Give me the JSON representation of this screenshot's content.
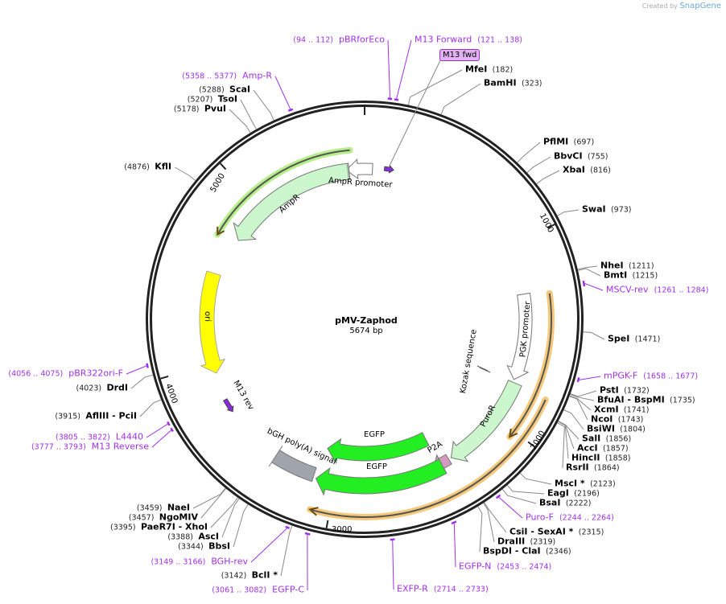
{
  "created_by": {
    "prefix": "Created by",
    "brand": "SnapGene"
  },
  "plasmid": {
    "name": "pMV-Zaphod",
    "length": "5674 bp",
    "total_bp": 5674
  },
  "colors": {
    "primer": "#a030e8",
    "ampr": "#ccf7cc",
    "ori": "#ffff00",
    "egfp": "#22ee22",
    "puror": "#ccf7cc",
    "p2a": "#d49ac0",
    "polyA": "#a0a4ab",
    "orf": "#f6c97a",
    "translation": "#b6ef8a"
  },
  "ticks": [
    "1000",
    "2000",
    "3000",
    "4000",
    "5000"
  ],
  "enzymes": [
    {
      "name": "MfeI",
      "pos": 182,
      "label": "(182)"
    },
    {
      "name": "BamHI",
      "pos": 323,
      "label": "(323)"
    },
    {
      "name": "PflMI",
      "pos": 697,
      "label": "(697)"
    },
    {
      "name": "BbvCI",
      "pos": 755,
      "label": "(755)"
    },
    {
      "name": "XbaI",
      "pos": 816,
      "label": "(816)"
    },
    {
      "name": "SwaI",
      "pos": 973,
      "label": "(973)"
    },
    {
      "name": "NheI",
      "pos": 1211,
      "label": "(1211)"
    },
    {
      "name": "BmtI",
      "pos": 1215,
      "label": "(1215)"
    },
    {
      "name": "SpeI",
      "pos": 1471,
      "label": "(1471)"
    },
    {
      "name": "PstI",
      "pos": 1732,
      "label": "(1732)"
    },
    {
      "name": "BfuAI  - BspMI",
      "pos": 1735,
      "label": "(1735)"
    },
    {
      "name": "XcmI",
      "pos": 1741,
      "label": "(1741)"
    },
    {
      "name": "NcoI",
      "pos": 1743,
      "label": "(1743)"
    },
    {
      "name": "BsiWI",
      "pos": 1804,
      "label": "(1804)"
    },
    {
      "name": "SalI",
      "pos": 1856,
      "label": "(1856)"
    },
    {
      "name": "AccI",
      "pos": 1857,
      "label": "(1857)"
    },
    {
      "name": "HincII",
      "pos": 1858,
      "label": "(1858)"
    },
    {
      "name": "RsrII",
      "pos": 1864,
      "label": "(1864)"
    },
    {
      "name": "MscI *",
      "pos": 2123,
      "label": "(2123)"
    },
    {
      "name": "EagI",
      "pos": 2196,
      "label": "(2196)"
    },
    {
      "name": "BsaI",
      "pos": 2222,
      "label": "(2222)"
    },
    {
      "name": "CsiI  - SexAI *",
      "pos": 2315,
      "label": "(2315)"
    },
    {
      "name": "DraIII",
      "pos": 2319,
      "label": "(2319)"
    },
    {
      "name": "BspDI  - ClaI",
      "pos": 2346,
      "label": "(2346)"
    },
    {
      "name": "BclI *",
      "pos": 3142,
      "label": "(3142)"
    },
    {
      "name": "BbsI",
      "pos": 3344,
      "label": "(3344)"
    },
    {
      "name": "AscI",
      "pos": 3388,
      "label": "(3388)"
    },
    {
      "name": "PaeR7I  - XhoI",
      "pos": 3395,
      "label": "(3395)"
    },
    {
      "name": "NgoMIV",
      "pos": 3457,
      "label": "(3457)"
    },
    {
      "name": "NaeI",
      "pos": 3459,
      "label": "(3459)"
    },
    {
      "name": "AflIII  - PciI",
      "pos": 3915,
      "label": "(3915)"
    },
    {
      "name": "DrdI",
      "pos": 4023,
      "label": "(4023)"
    },
    {
      "name": "KflI",
      "pos": 4876,
      "label": "(4876)"
    },
    {
      "name": "PvuI",
      "pos": 5178,
      "label": "(5178)"
    },
    {
      "name": "TsoI",
      "pos": 5207,
      "label": "(5207)"
    },
    {
      "name": "ScaI",
      "pos": 5288,
      "label": "(5288)"
    }
  ],
  "primers": [
    {
      "name": "pBRforEco",
      "start": 94,
      "end": 112,
      "label": "(94 .. 112)"
    },
    {
      "name": "M13 Forward",
      "start": 121,
      "end": 138,
      "label": "(121 .. 138)"
    },
    {
      "name": "MSCV-rev",
      "start": 1261,
      "end": 1284,
      "label": "(1261 .. 1284)"
    },
    {
      "name": "mPGK-F",
      "start": 1658,
      "end": 1677,
      "label": "(1658 .. 1677)"
    },
    {
      "name": "Puro-F",
      "start": 2244,
      "end": 2264,
      "label": "(2244 .. 2264)"
    },
    {
      "name": "EGFP-N",
      "start": 2453,
      "end": 2474,
      "label": "(2453 .. 2474)"
    },
    {
      "name": "EXFP-R",
      "start": 2714,
      "end": 2733,
      "label": "(2714 .. 2733)"
    },
    {
      "name": "EGFP-C",
      "start": 3061,
      "end": 3082,
      "label": "(3061 .. 3082)"
    },
    {
      "name": "BGH-rev",
      "start": 3149,
      "end": 3166,
      "label": "(3149 .. 3166)"
    },
    {
      "name": "M13 Reverse",
      "start": 3777,
      "end": 3793,
      "label": "(3777 .. 3793)"
    },
    {
      "name": "L4440",
      "start": 3805,
      "end": 3822,
      "label": "(3805 .. 3822)"
    },
    {
      "name": "pBR322ori-F",
      "start": 4056,
      "end": 4075,
      "label": "(4056 .. 4075)"
    },
    {
      "name": "Amp-R",
      "start": 5358,
      "end": 5377,
      "label": "(5358 .. 5377)"
    }
  ],
  "features": {
    "m13fwd": "M13 fwd",
    "ampr_promoter": "AmpR promoter",
    "ampr": "AmpR",
    "ori": "ori",
    "m13rev": "M13 rev",
    "bgh": "bGH poly(A) signal",
    "egfp1": "EGFP",
    "egfp2": "EGFP",
    "p2a": "P2A",
    "puror": "PuroR",
    "pgk": "PGK promoter",
    "kozak": "Kozak sequence"
  }
}
